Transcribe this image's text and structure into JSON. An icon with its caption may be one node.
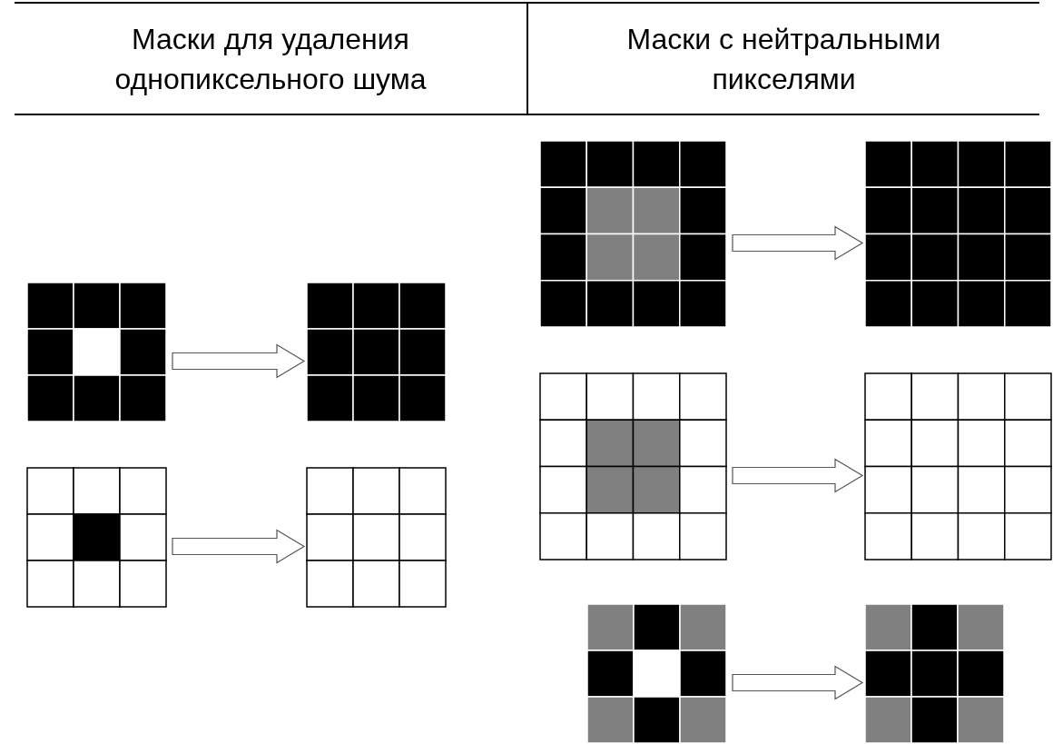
{
  "diagram": {
    "nodes": [
      {
        "text": [],
        "shape": "grid"
      },
      {
        "text": [],
        "shape": "grid"
      },
      {
        "text": [],
        "shape": "grid"
      },
      {
        "text": [],
        "shape": "grid"
      },
      {
        "text": [],
        "shape": "grid"
      },
      {
        "text": [],
        "shape": "grid"
      },
      {
        "text": [],
        "shape": "grid"
      },
      {
        "text": [],
        "shape": "grid"
      },
      {
        "text": [],
        "shape": "grid"
      },
      {
        "text": [],
        "shape": "grid"
      }
    ],
    "edges": [
      {
        "from": 0,
        "to": 1,
        "arrow": "to"
      },
      {
        "from": 2,
        "to": 3,
        "arrow": "to"
      },
      {
        "from": 4,
        "to": 5,
        "arrow": "to"
      },
      {
        "from": 6,
        "to": 7,
        "arrow": "to"
      },
      {
        "from": 8,
        "to": 9,
        "arrow": "to"
      }
    ],
    "labels": [
      "Маски для удаления однопиксельного шума",
      "Маски с нейтральными пикселями"
    ]
  }
}
